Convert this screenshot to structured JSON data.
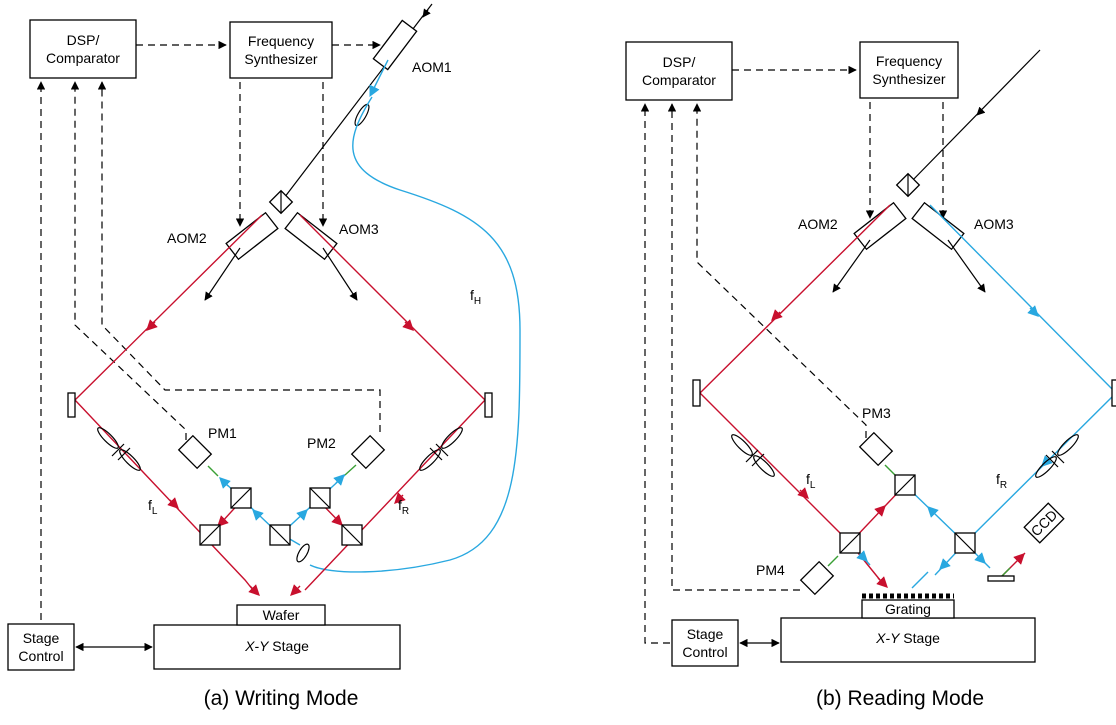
{
  "captions": {
    "a": "(a) Writing Mode",
    "b": "(b) Reading Mode"
  },
  "a": {
    "dsp": [
      "DSP/",
      "Comparator"
    ],
    "synth": [
      "Frequency",
      "Synthesizer"
    ],
    "aom1": "AOM1",
    "aom2": "AOM2",
    "aom3": "AOM3",
    "pm1": "PM1",
    "pm2": "PM2",
    "fh": "f",
    "fh_sub": "H",
    "fl": "f",
    "fl_sub": "L",
    "fr": "f",
    "fr_sub": "R",
    "wafer": "Wafer",
    "stage_control": [
      "Stage",
      "Control"
    ],
    "stage": {
      "xy": "X-Y",
      "rest": " Stage"
    }
  },
  "b": {
    "dsp": [
      "DSP/",
      "Comparator"
    ],
    "synth": [
      "Frequency",
      "Synthesizer"
    ],
    "aom2": "AOM2",
    "aom3": "AOM3",
    "pm3": "PM3",
    "pm4": "PM4",
    "fl": "f",
    "fl_sub": "L",
    "fr": "f",
    "fr_sub": "R",
    "ccd": "CCD",
    "grating": "Grating",
    "stage_control": [
      "Stage",
      "Control"
    ],
    "stage": {
      "xy": "X-Y",
      "rest": " Stage"
    }
  },
  "colors": {
    "red_beam": "#c8102e",
    "blue_beam": "#29a8e0",
    "green_beam": "#3aa035"
  }
}
